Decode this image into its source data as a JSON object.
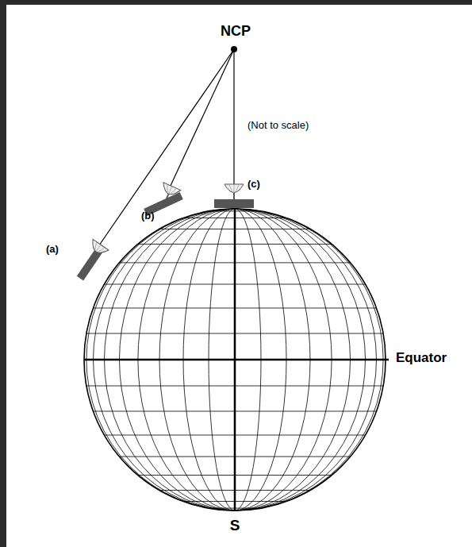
{
  "diagram": {
    "labels": [
      "NCP",
      "(Not to scale)",
      "(a)",
      "(b)",
      "(c)",
      "Equator",
      "S"
    ]
  }
}
